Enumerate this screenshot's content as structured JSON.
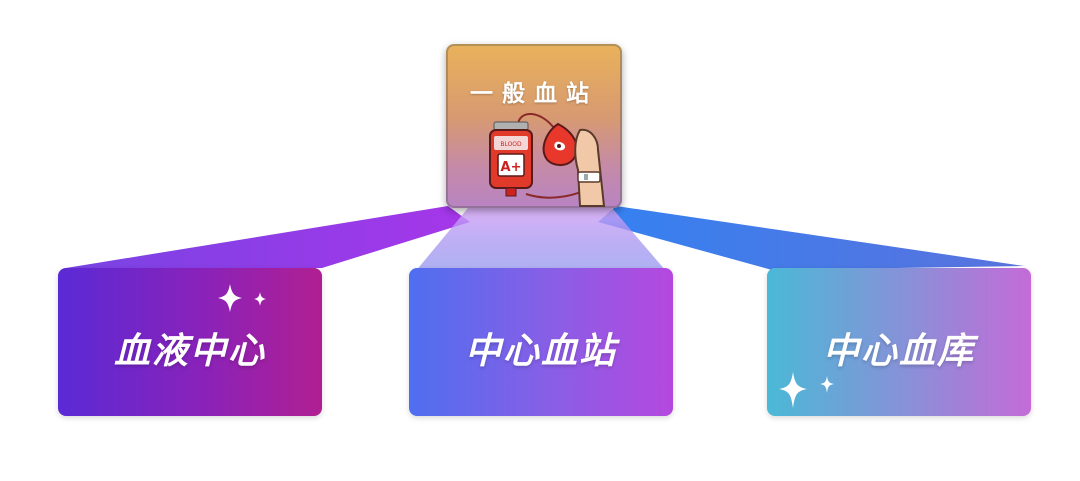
{
  "top_node": {
    "title": "一般血站",
    "bag_label": "A+",
    "bag_small_text": "BLOOD"
  },
  "nodes": [
    {
      "label": "血液中心"
    },
    {
      "label": "中心血站"
    },
    {
      "label": "中心血库"
    }
  ],
  "colors": {
    "top_gradient": [
      "#e9b25a",
      "#b884c3"
    ],
    "node_1_gradient": [
      "#5a2ad6",
      "#b01f92"
    ],
    "node_2_gradient": [
      "#4f6ef0",
      "#b548de"
    ],
    "node_3_gradient": [
      "#4ab9d6",
      "#c46bd8"
    ],
    "connector_left": "#9b2ee0",
    "connector_right": "#2f6df0"
  },
  "icons": [
    "sparkle-icon",
    "blood-bag-icon",
    "blood-drop-icon",
    "arm-icon"
  ]
}
